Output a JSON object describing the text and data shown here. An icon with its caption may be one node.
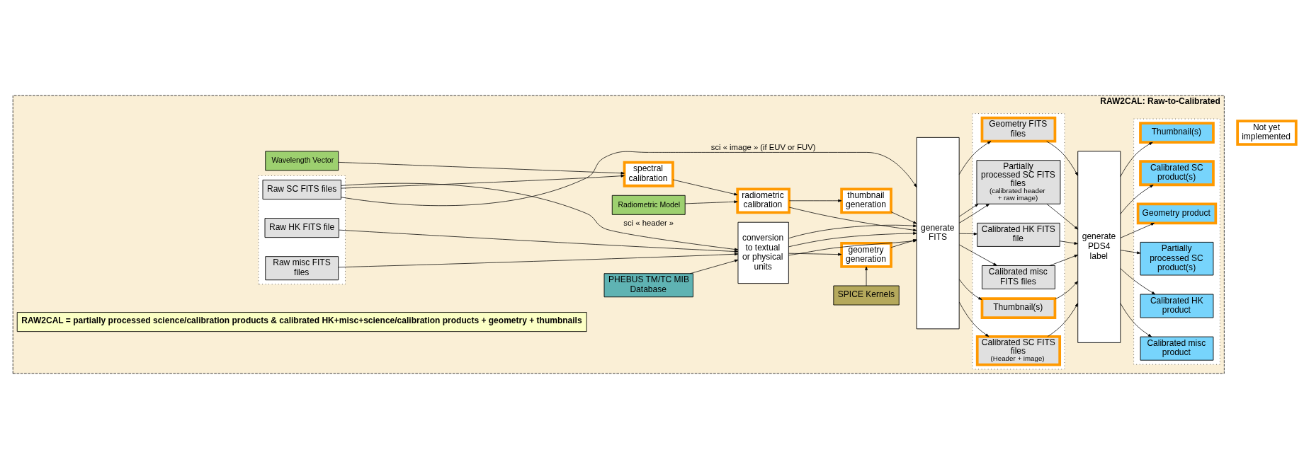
{
  "diagram": {
    "nodes": [
      {
        "text": [
          "RAW2CAL: Raw-to-Calibrated"
        ]
      },
      {
        "text": [],
        "shape": "box",
        "in": 0
      },
      {
        "text": [
          "Raw misc FITS files"
        ],
        "in": 1
      },
      {
        "text": [
          "Raw HK FITS file"
        ],
        "in": 1
      },
      {
        "text": [
          "Raw SC FITS files"
        ],
        "in": 1
      },
      {
        "text": [
          "PHEBUS TM/TC MIB Database"
        ],
        "in": 0
      },
      {
        "text": [
          "SPICE Kernels"
        ],
        "in": 0
      },
      {
        "text": [
          "conversion to textual or physical units"
        ],
        "in": 0
      },
      {
        "text": [
          "spectral calibration"
        ],
        "in": 0
      },
      {
        "text": [
          "radiometric calibration"
        ],
        "in": 0
      },
      {
        "text": [
          "Wavelength Vector"
        ],
        "in": 0
      },
      {
        "text": [
          "Radiometric Model"
        ],
        "in": 0
      },
      {
        "text": [
          "geometry generation"
        ],
        "in": 0
      },
      {
        "text": [
          "thumbnail generation"
        ],
        "in": 0
      },
      {
        "text": [
          "generate FITS"
        ],
        "in": 0
      },
      {
        "text": [],
        "shape": "box",
        "in": 0
      },
      {
        "text": [
          "Calibrated misc FITS files"
        ],
        "in": 15
      },
      {
        "text": [
          "Calibrated HK FITS file"
        ],
        "in": 15
      },
      {
        "text": [
          "Partially processed SC FITS files",
          "(calibrated header + raw image)"
        ],
        "in": 15
      },
      {
        "text": [
          "Geometry FITS files"
        ],
        "in": 15
      },
      {
        "text": [
          "Calibrated SC FITS files",
          "(Header + image)"
        ],
        "in": 15
      },
      {
        "text": [
          "Thumbnail(s)"
        ],
        "in": 15
      },
      {
        "text": [
          "generate PDS4 label"
        ],
        "in": 0
      },
      {
        "text": [],
        "shape": "box",
        "in": 0
      },
      {
        "text": [
          "Calibrated misc product"
        ],
        "in": 23
      },
      {
        "text": [
          "Calibrated HK product"
        ],
        "in": 23
      },
      {
        "text": [
          "Partially processed SC product(s)"
        ],
        "in": 23
      },
      {
        "text": [
          "Geometry product"
        ],
        "in": 23
      },
      {
        "text": [
          "Calibrated SC product(s)"
        ],
        "in": 23
      },
      {
        "text": [
          "Thumbnail(s)"
        ],
        "in": 23
      },
      {
        "text": [
          "RAW2CAL = partially processed science/calibration products & calibrated HK+misc+science/calibration products + geometry + thumbnails"
        ],
        "in": 0
      },
      {
        "text": [
          "Not yet implemented"
        ]
      }
    ],
    "edges": [
      {
        "from": 5,
        "to": 7,
        "arrow": "to"
      },
      {
        "from": 2,
        "to": 7,
        "arrow": "to"
      },
      {
        "from": 3,
        "to": 7,
        "arrow": "to"
      },
      {
        "from": 4,
        "to": 7,
        "arrow": "to",
        "label": "sci « header »"
      },
      {
        "from": 4,
        "to": 14,
        "arrow": "to",
        "label": "sci « image » (if EUV or FUV)"
      },
      {
        "from": 4,
        "to": 8,
        "arrow": "to"
      },
      {
        "from": 7,
        "to": 14,
        "arrow": "to"
      },
      {
        "from": 7,
        "to": 14,
        "arrow": "to"
      },
      {
        "from": 7,
        "to": 14,
        "arrow": "to"
      },
      {
        "from": 7,
        "to": 12,
        "arrow": "to"
      },
      {
        "from": 6,
        "to": 12,
        "arrow": "to"
      },
      {
        "from": 10,
        "to": 8,
        "arrow": "to"
      },
      {
        "from": 8,
        "to": 9,
        "arrow": "to"
      },
      {
        "from": 11,
        "to": 9,
        "arrow": "to"
      },
      {
        "from": 9,
        "to": 14,
        "arrow": "to"
      },
      {
        "from": 9,
        "to": 13,
        "arrow": "to"
      },
      {
        "from": 12,
        "to": 14,
        "arrow": "to"
      },
      {
        "from": 13,
        "to": 14,
        "arrow": "to"
      },
      {
        "from": 14,
        "to": 16,
        "arrow": "to"
      },
      {
        "from": 14,
        "to": 17,
        "arrow": "to"
      },
      {
        "from": 14,
        "to": 18,
        "arrow": "to"
      },
      {
        "from": 14,
        "to": 18,
        "arrow": "to"
      },
      {
        "from": 14,
        "to": 19,
        "arrow": "to"
      },
      {
        "from": 14,
        "to": 20,
        "arrow": "to"
      },
      {
        "from": 14,
        "to": 21,
        "arrow": "to"
      },
      {
        "from": 16,
        "to": 22,
        "arrow": "to"
      },
      {
        "from": 17,
        "to": 22,
        "arrow": "to"
      },
      {
        "from": 18,
        "to": 22,
        "arrow": "to"
      },
      {
        "from": 19,
        "to": 22,
        "arrow": "to"
      },
      {
        "from": 20,
        "to": 22,
        "arrow": "to"
      },
      {
        "from": 21,
        "to": 22,
        "arrow": "to"
      },
      {
        "from": 22,
        "to": 24,
        "arrow": "to"
      },
      {
        "from": 22,
        "to": 25,
        "arrow": "to"
      },
      {
        "from": 22,
        "to": 26,
        "arrow": "to"
      },
      {
        "from": 22,
        "to": 27,
        "arrow": "to"
      },
      {
        "from": 22,
        "to": 28,
        "arrow": "to"
      },
      {
        "from": 22,
        "to": 29,
        "arrow": "to"
      }
    ]
  }
}
